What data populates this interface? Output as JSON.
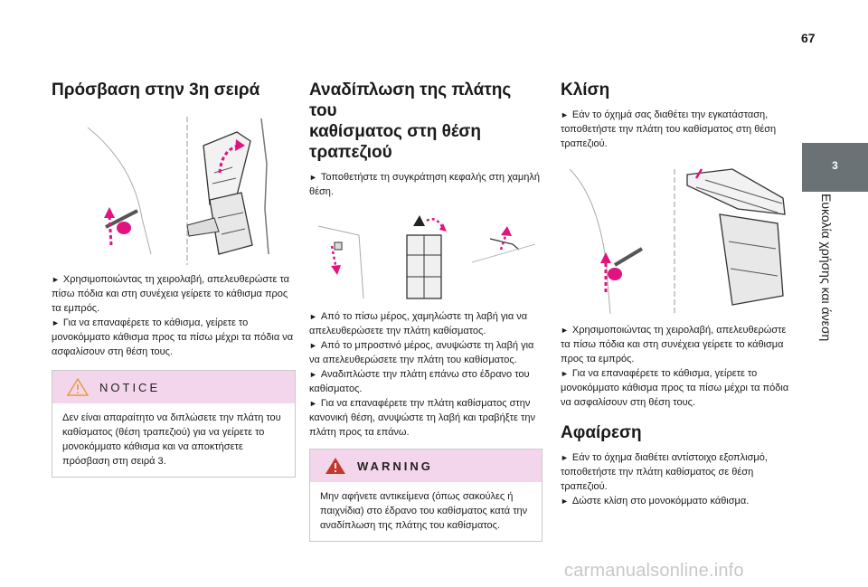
{
  "page_number": "67",
  "side_tab": {
    "number": "3",
    "label": "Ευκολία χρήσης και άνεση"
  },
  "col1": {
    "heading": "Πρόσβαση στην 3η σειρά",
    "steps": [
      "Χρησιμοποιώντας τη χειρολαβή, απελευθερώστε τα πίσω πόδια και στη συνέχεια γείρετε το κάθισμα προς τα εμπρός.",
      "Για να επαναφέρετε το κάθισμα, γείρετε το μονοκόμματο κάθισμα προς τα πίσω μέχρι τα πόδια να ασφαλίσουν στη θέση τους."
    ],
    "notice": {
      "title": "NOTICE",
      "text": "Δεν είναι απαραίτητο να διπλώσετε την πλάτη του καθίσματος (θέση τραπεζιού) για να γείρετε το μονοκόμματο κάθισμα και να αποκτήσετε πρόσβαση στη σειρά 3."
    }
  },
  "col2": {
    "heading_line1": "Αναδίπλωση της πλάτης του",
    "heading_line2": "καθίσματος στη θέση τραπεζιού",
    "step_intro": "Τοποθετήστε τη συγκράτηση κεφαλής στη χαμηλή θέση.",
    "steps": [
      "Από το πίσω μέρος, χαμηλώστε τη λαβή για να απελευθερώσετε την πλάτη καθίσματος.",
      "Από το μπροστινό μέρος, ανυψώστε τη λαβή για να απελευθερώσετε την πλάτη του καθίσματος.",
      "Αναδιπλώστε την πλάτη επάνω στο έδρανο του καθίσματος.",
      "Για να επαναφέρετε την πλάτη καθίσματος στην κανονική θέση, ανυψώστε τη λαβή και τραβήξτε την πλάτη προς τα επάνω."
    ],
    "warning": {
      "title": "WARNING",
      "text": "Μην αφήνετε αντικείμενα (όπως σακούλες ή παιχνίδια) στο έδρανο του καθίσματος κατά την αναδίπλωση της πλάτης του καθίσματος."
    }
  },
  "col3": {
    "heading1": "Κλίση",
    "step_intro": "Εάν το όχημά σας διαθέτει την εγκατάσταση, τοποθετήστε την πλάτη του καθίσματος στη θέση τραπεζιού.",
    "steps": [
      "Χρησιμοποιώντας τη χειρολαβή, απελευθερώστε τα πίσω πόδια και στη συνέχεια γείρετε το κάθισμα προς τα εμπρός.",
      "Για να επαναφέρετε το κάθισμα, γείρετε το μονοκόμματο κάθισμα προς τα πίσω μέχρι τα πόδια να ασφαλίσουν στη θέση τους."
    ],
    "heading2": "Αφαίρεση",
    "steps2": [
      "Εάν το όχημα διαθέτει αντίστοιχο εξοπλισμό, τοποθετήστε την πλάτη καθίσματος σε θέση τραπεζιού.",
      "Δώστε κλίση στο μονοκόμματο κάθισμα."
    ]
  },
  "watermark": "carmanualsonline.info",
  "colors": {
    "accent_pink": "#e0137f",
    "box_header": "#f4d6ec",
    "tab_gray": "#6b7275"
  }
}
